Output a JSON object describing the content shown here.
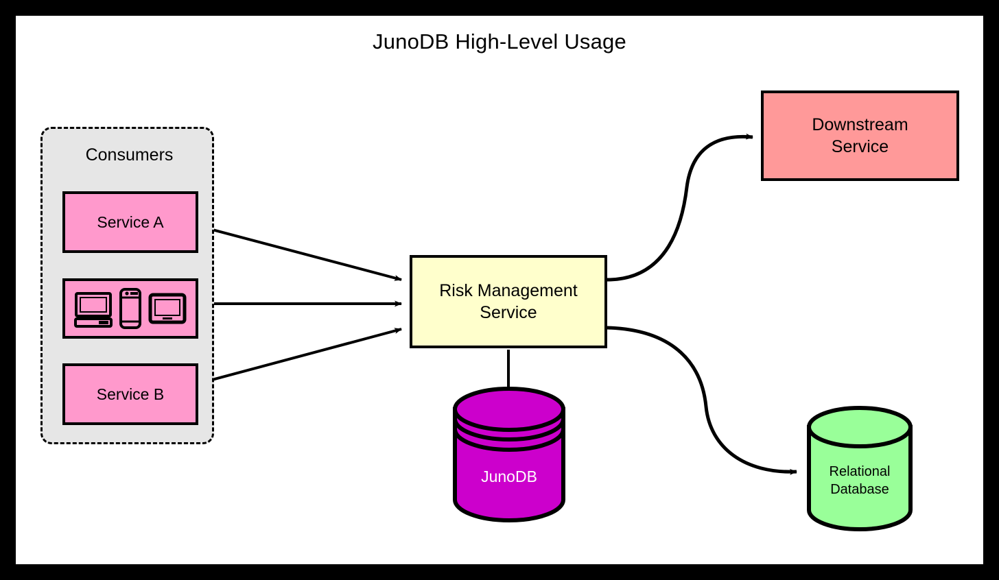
{
  "diagram": {
    "title": "JunoDB High-Level Usage",
    "background": "#ffffff",
    "frame_color": "#000000"
  },
  "consumers": {
    "group_label": "Consumers",
    "group_fill": "#e6e6e6",
    "group_border_style": "dashed",
    "items": [
      {
        "label": "Service A",
        "fill": "#ff99cc",
        "kind": "service"
      },
      {
        "label": "",
        "fill": "#ff99cc",
        "kind": "devices",
        "icons": [
          "desktop-computer-icon",
          "smartphone-icon",
          "tablet-icon"
        ]
      },
      {
        "label": "Service B",
        "fill": "#ff99cc",
        "kind": "service"
      }
    ]
  },
  "nodes": {
    "risk_management_service": {
      "label_line1": "Risk Management",
      "label_line2": "Service",
      "fill": "#ffffcc"
    },
    "downstream_service": {
      "label_line1": "Downstream",
      "label_line2": "Service",
      "fill": "#ff9999"
    },
    "junodb": {
      "label": "JunoDB",
      "fill": "#cc00cc",
      "text_color": "#ffffff",
      "shape": "cylinder-multi-disc"
    },
    "relational_database": {
      "label_line1": "Relational",
      "label_line2": "Database",
      "fill": "#99ff99",
      "text_color": "#000000",
      "shape": "cylinder"
    }
  },
  "edges": [
    {
      "from": "Service A",
      "to": "Risk Management Service",
      "style": "straight-arrow"
    },
    {
      "from": "Devices",
      "to": "Risk Management Service",
      "style": "straight-arrow"
    },
    {
      "from": "Service B",
      "to": "Risk Management Service",
      "style": "straight-arrow"
    },
    {
      "from": "Risk Management Service",
      "to": "Downstream Service",
      "style": "curved-arrow"
    },
    {
      "from": "Risk Management Service",
      "to": "JunoDB",
      "style": "straight-arrow"
    },
    {
      "from": "Risk Management Service",
      "to": "Relational Database",
      "style": "curved-arrow"
    }
  ]
}
